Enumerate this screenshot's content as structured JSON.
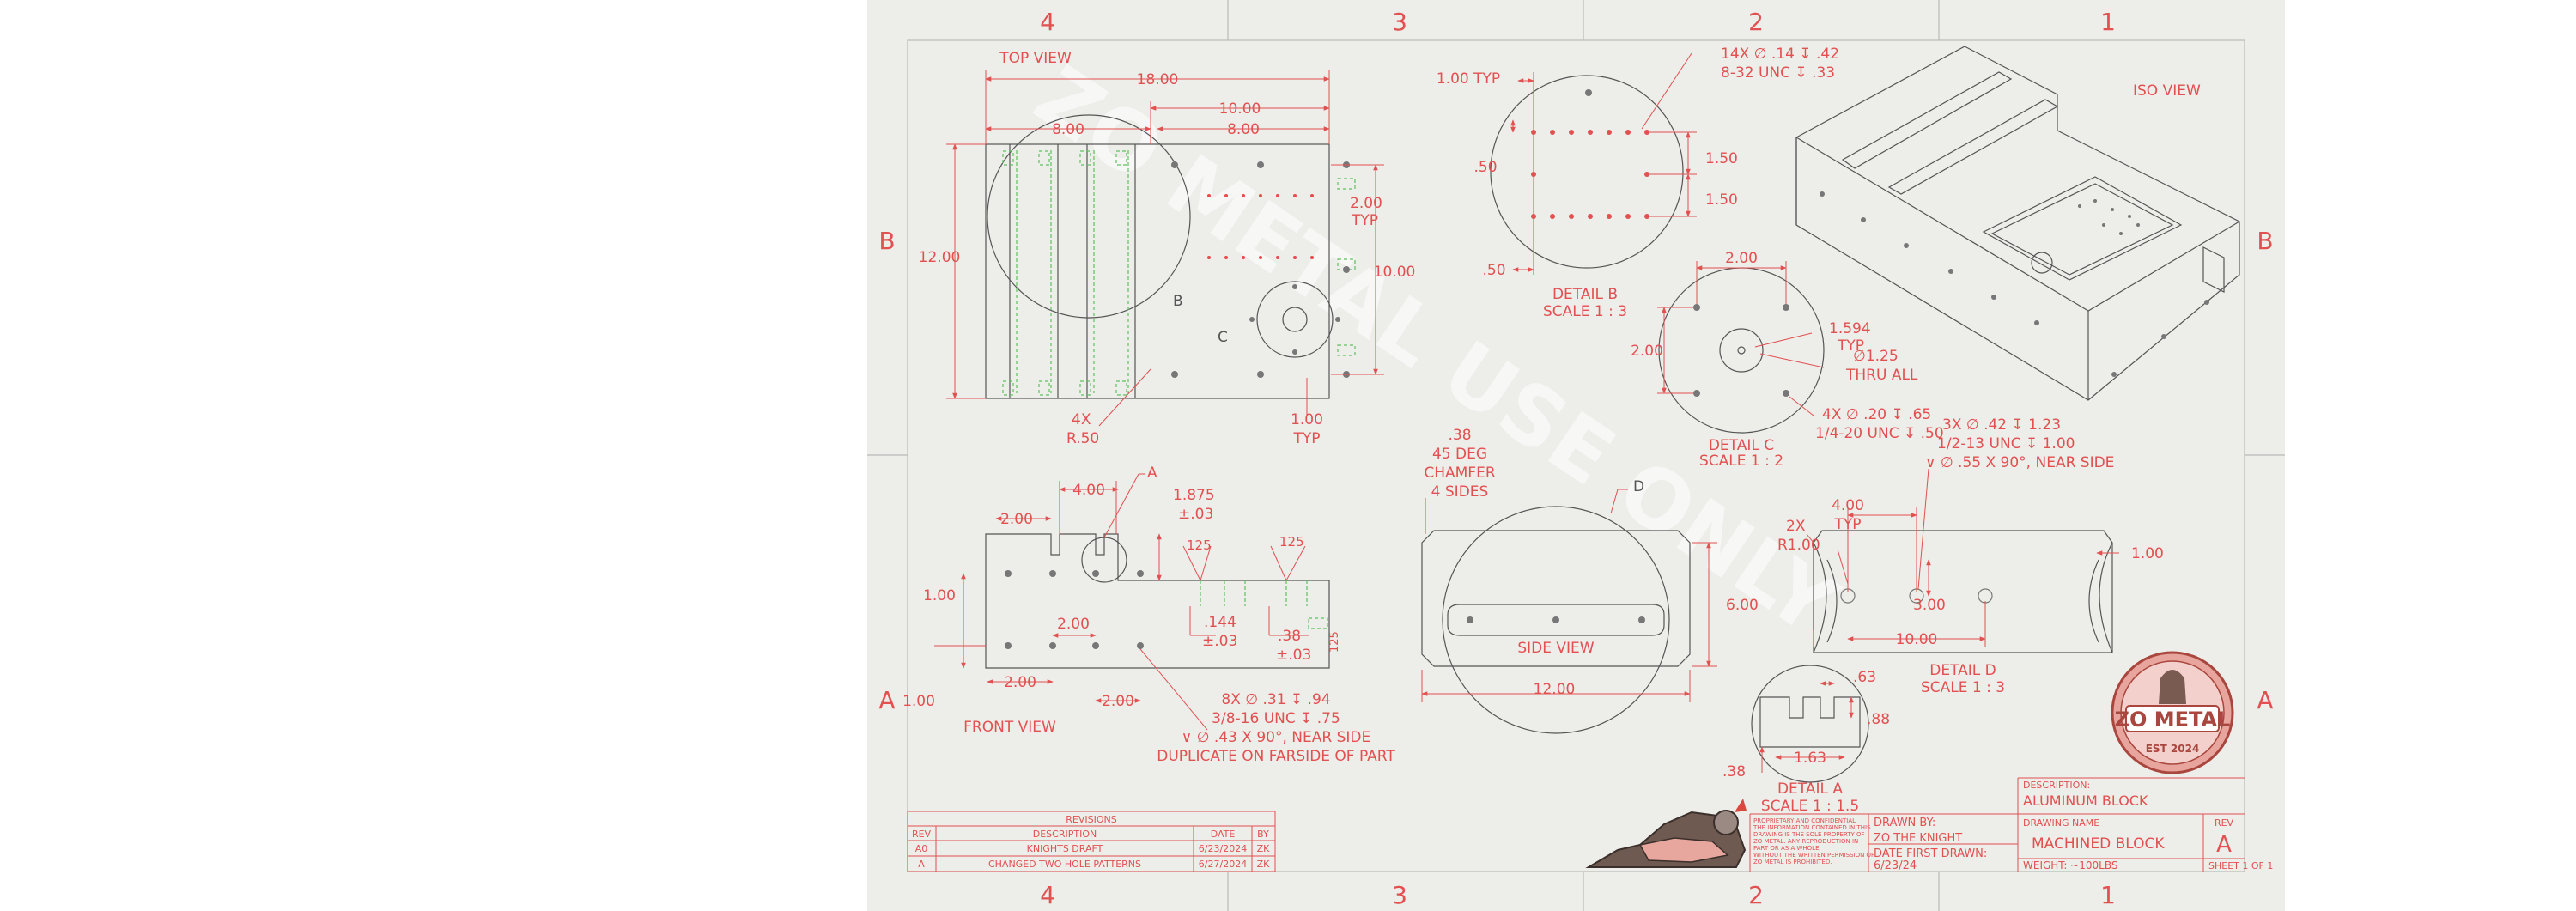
{
  "zone_columns": [
    "4",
    "3",
    "2",
    "1"
  ],
  "zone_rows": [
    "B",
    "A"
  ],
  "watermark": "ZO METAL USE ONLY",
  "views": {
    "top_view": {
      "label": "TOP VIEW",
      "dims": {
        "overall": "18.00",
        "right_outer": "10.00",
        "left": "8.00",
        "right": "8.00",
        "height": "12.00",
        "right_height": "10.00",
        "hole_pitch": "2.00",
        "typ": "TYP",
        "radius_qty": "4X",
        "radius": "R.50",
        "edge": "1.00",
        "edge_typ": "TYP"
      },
      "callouts": {
        "b": "B",
        "c": "C"
      }
    },
    "detail_b": {
      "label": "DETAIL B",
      "scale": "SCALE 1 : 3",
      "dims": {
        "typ_pitch": "1.00 TYP",
        "left_edge": ".50",
        "bottom_edge": ".50",
        "v1": "1.50",
        "v2": "1.50"
      },
      "notes": [
        "14X ∅ .14 ↧ .42",
        "8-32 UNC ↧ .33"
      ]
    },
    "detail_c": {
      "label": "DETAIL C",
      "scale": "SCALE 1 : 2",
      "dims": {
        "h": "2.00",
        "v": "2.00",
        "bore": "1.594",
        "bore_typ": "TYP",
        "thru": "∅1.25",
        "thru_all": "THRU ALL"
      },
      "notes": [
        "4X ∅ .20 ↧ .65",
        "1/4-20 UNC ↧ .50"
      ]
    },
    "iso_view": {
      "label": "ISO VIEW"
    },
    "front_view": {
      "label": "FRONT VIEW",
      "callout_a": "A",
      "dims": {
        "slot": "4.00",
        "edge": "2.00",
        "depth": "1.875",
        "depth_tol": "±.03",
        "left": "1.00",
        "pitch": "2.00",
        "bottom": "1.00",
        "p2": "2.00",
        "p3": "2.00",
        "s1": "125",
        "s2": "125",
        "s3": "125",
        "step": ".144",
        "step_tol": "±.03",
        "c": ".38",
        "c_tol": "±.03"
      },
      "notes": [
        "8X ∅ .31 ↧ .94",
        "3/8-16 UNC ↧ .75",
        "∨ ∅ .43 X 90°, NEAR SIDE",
        "DUPLICATE ON FARSIDE OF PART"
      ]
    },
    "side_view": {
      "label": "SIDE VIEW",
      "callout_d": "D",
      "chamfer": [
        ".38",
        "45 DEG",
        "CHAMFER",
        "4 SIDES"
      ],
      "dims": {
        "height": "6.00",
        "width": "12.00"
      }
    },
    "detail_d": {
      "label": "DETAIL D",
      "scale": "SCALE 1 : 3",
      "dims": {
        "rad_qty": "2X",
        "rad": "R1.00",
        "pitch": "4.00",
        "pitch_typ": "TYP",
        "right": "1.00",
        "height": "3.00",
        "width": "10.00"
      },
      "notes": [
        "3X ∅ .42 ↧ 1.23",
        "1/2-13 UNC ↧ 1.00",
        "∨ ∅ .55 X 90°, NEAR SIDE"
      ]
    },
    "detail_a": {
      "label": "DETAIL A",
      "scale": "SCALE 1 : 1.5",
      "dims": {
        "top": ".63",
        "right": ".88",
        "width": "1.63",
        "left": ".38"
      }
    }
  },
  "logo": {
    "brand": "ZO METAL",
    "est": "EST 2024"
  },
  "revisions": {
    "title": "REVISIONS",
    "headers": [
      "REV",
      "DESCRIPTION",
      "DATE",
      "BY"
    ],
    "rows": [
      [
        "A0",
        "KNIGHTS DRAFT",
        "6/23/2024",
        "ZK"
      ],
      [
        "A",
        "CHANGED TWO HOLE PATTERNS",
        "6/27/2024",
        "ZK"
      ]
    ]
  },
  "title_block": {
    "proprietary": [
      "PROPRIETARY AND CONFIDENTIAL",
      "THE INFORMATION CONTAINED IN THIS",
      "DRAWING IS THE SOLE PROPERTY OF",
      "ZO METAL. ANY REPRODUCTION IN",
      "PART OR AS A WHOLE",
      "WITHOUT THE WRITTEN PERMISSION OF",
      "ZO METAL IS PROHIBITED."
    ],
    "drawn_by_label": "DRAWN BY:",
    "drawn_by": "ZO THE KNIGHT",
    "date_label": "DATE FIRST DRAWN:",
    "date": "6/23/24",
    "description_label": "DESCRIPTION:",
    "description": "ALUMINUM BLOCK",
    "drawing_name_label": "DRAWING NAME",
    "drawing_name": "MACHINED BLOCK",
    "rev_label": "REV",
    "rev": "A",
    "weight": "WEIGHT: ~100LBS",
    "sheet": "SHEET 1 OF 1"
  },
  "colors": {
    "sheet_bg": "#ededea",
    "dimension": "#e25050",
    "line": "#555555",
    "hidden": "#5fc25f",
    "logo_red": "#c94a3f"
  }
}
